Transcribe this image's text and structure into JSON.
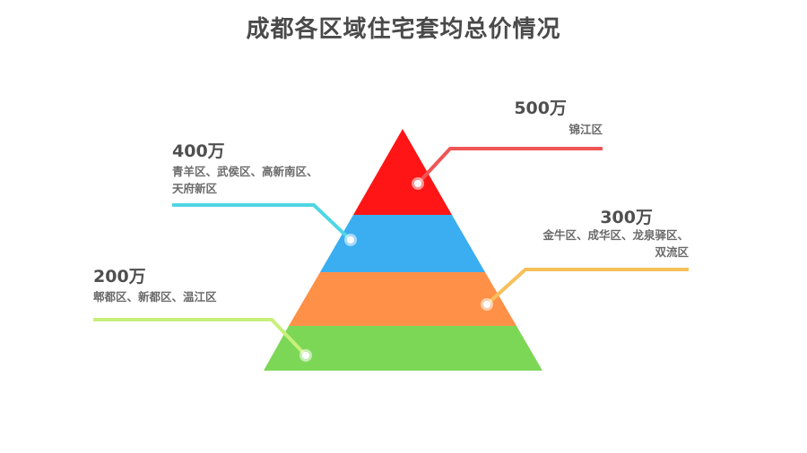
{
  "title": "成都各区域住宅套均总价情况",
  "colors": {
    "tier1": "#ff1515",
    "tier2": "#3aaef0",
    "tier3": "#ff9048",
    "tier4": "#7dd757",
    "line1": "#f05555",
    "line2": "#4fd6e4",
    "line3": "#f7c05a",
    "line4": "#c7f07a"
  },
  "tiers": [
    {
      "value": "500万",
      "districts": [
        "锦江区"
      ]
    },
    {
      "value": "400万",
      "districts": [
        "青羊区、武侯区、高新南区、",
        "天府新区"
      ]
    },
    {
      "value": "300万",
      "districts": [
        "金牛区、成华区、龙泉驿区、",
        "双流区"
      ]
    },
    {
      "value": "200万",
      "districts": [
        "郫都区、新都区、温江区"
      ]
    }
  ]
}
